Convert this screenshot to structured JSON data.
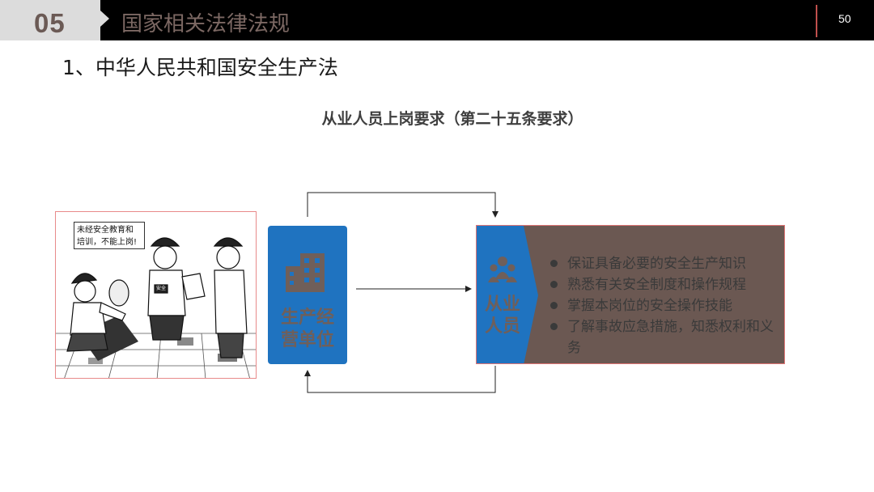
{
  "header": {
    "section_number": "05",
    "section_title": "国家相关法律法规",
    "page_number": "50"
  },
  "subtitle": "1、中华人民共和国安全生产法",
  "heading": "从业人员上岗要求（第二十五条要求）",
  "cartoon": {
    "bubble_line1": "未经安全教育和",
    "bubble_line2": "培训，不能上岗!",
    "badge": "安全"
  },
  "unit_box": {
    "line1": "生产经",
    "line2": "营单位",
    "icon": "building-icon"
  },
  "staff_box": {
    "line1": "从业",
    "line2": "人员",
    "icon": "people-icon"
  },
  "requirements": [
    "保证具备必要的安全生产知识",
    "熟悉有关安全制度和操作规程",
    "掌握本岗位的安全操作技能",
    "了解事故应急措施，知悉权利和义务"
  ],
  "colors": {
    "accent_blue": "#1f73c0",
    "box_brown": "#6b5852",
    "header_black": "#000000",
    "divider_red": "#c0504d"
  }
}
